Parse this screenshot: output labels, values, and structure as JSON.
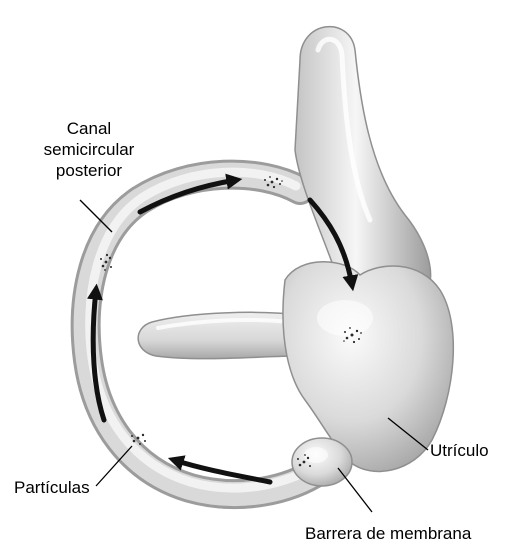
{
  "labels": {
    "canal_line1": "Canal",
    "canal_line2": "semicircular",
    "canal_line3": "posterior",
    "utriculo": "Utrículo",
    "particulas": "Partículas",
    "barrera": "Barrera de membrana"
  },
  "colors": {
    "organ_light": "#f3f3f3",
    "organ_mid": "#d2d2d2",
    "organ_dark": "#9a9a9a",
    "arrow": "#111111",
    "particles": "#2a2a2a",
    "text": "#000000"
  }
}
